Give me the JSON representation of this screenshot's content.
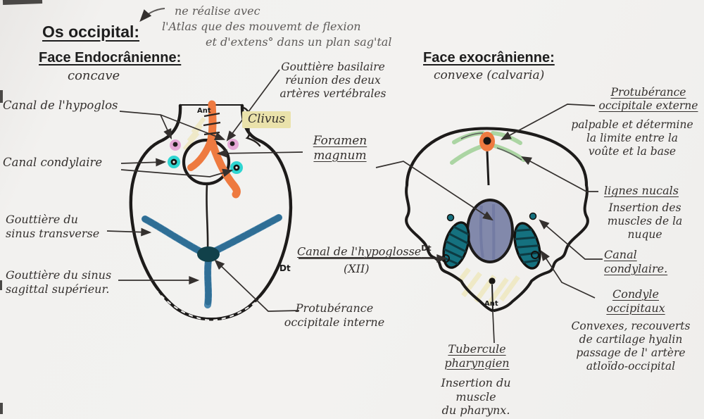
{
  "page": {
    "title": "Os occipital:",
    "endo_heading": "Face Endocrânienne:",
    "endo_sub": "concave",
    "exo_heading": "Face exocrânienne:",
    "exo_sub": "convexe (calvaria)"
  },
  "top_note": {
    "line1": "ne réalise avec",
    "line2": "l'Atlas que des mouvemt de flexion",
    "line3": "et d'extens° dans un plan sag'tal"
  },
  "endocranial": {
    "gouttiere_basilaire": "Gouttière basilaire\nréunion des deux\nartères vertébrales",
    "clivus": "Clivus",
    "canal_hypoglosse": "Canal de l'hypoglos",
    "canal_condylaire": "Canal condylaire",
    "sinus_transverse": "Gouttière du\nsinus transverse",
    "sinus_sagittal": "Gouttière du sinus\nsagittal supérieur.",
    "protuberance_interne": "Protubérance\noccipitale interne",
    "ant": "Ant",
    "dt": "Dt"
  },
  "center": {
    "foramen_magnum": "Foramen\nmagnum",
    "canal_hypoglosse": "Canal de l'hypoglosse",
    "canal_hypoglosse_side": "Dt",
    "canal_hypoglosse_nerve": "(XII)"
  },
  "exocranial": {
    "protuberance_externe_title": "Protubérance\noccipitale externe",
    "protuberance_externe_desc": "palpable et détermine\nla limite entre la\nvoûte et la base",
    "lignes_nucales_title": "lignes nucals",
    "lignes_nucales_desc": "Insertion des\nmuscles de la\nnuque",
    "canal_condylaire": "Canal\ncondylaire.",
    "condyles_title": "Condyle\noccipitaux",
    "condyles_desc": "Convexes, recouverts\nde cartilage hyalin\npassage de l' artère\natloïdo-occipital",
    "tubercule_title": "Tubercule\npharyngien",
    "tubercule_desc": "Insertion du muscle\ndu pharynx.",
    "ant": "Ant"
  },
  "colors": {
    "ink": "#34302e",
    "pencil": "#5e5b59",
    "orange": "#ee7a40",
    "highlight": "#eae2ab",
    "paleyellow": "#efe9c4",
    "green": "#a4d29b",
    "sinusblue": "#4a87ae",
    "sinusdark": "#2f6e95",
    "fmblue": "#8289ab",
    "teal": "#15717f",
    "darkteal": "#11414a",
    "pink": "#e5a8d6",
    "cyan": "#2ed5d1",
    "paper": "#f2f1ef"
  }
}
